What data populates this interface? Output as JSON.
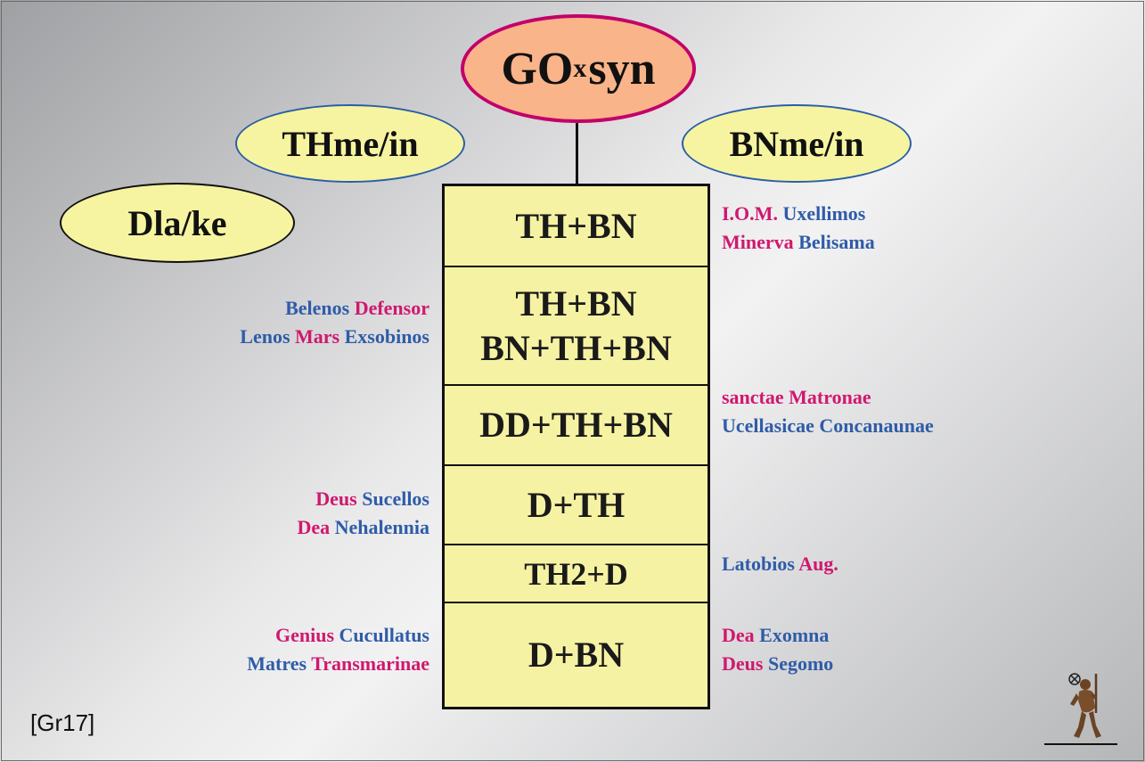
{
  "ellipses": {
    "go_main": "GO",
    "go_sub": "x",
    "go_tail": "syn",
    "th": "THme/in",
    "bn": "BNme/in",
    "dla": "Dla/ke"
  },
  "stack": {
    "row1": "TH+BN",
    "row2a": "TH+BN",
    "row2b": "BN+TH+BN",
    "row3": "DD+TH+BN",
    "row4": "D+TH",
    "row5": "TH2+D",
    "row6": "D+BN"
  },
  "labels_right": {
    "r1a": "I.O.M.",
    "r1b": "Uxellimos",
    "r1c": "Minerva",
    "r1d": "Belisama",
    "r3a": "sanctae Matronae",
    "r3b": "Ucellasicae Concanaunae",
    "r5a": "Latobios",
    "r5b": "Aug.",
    "r6a": "Dea",
    "r6b": "Exomna",
    "r6c": "Deus",
    "r6d": "Segomo"
  },
  "labels_left": {
    "l2a": "Belenos",
    "l2b": "Defensor",
    "l2c": "Lenos",
    "l2d": "Mars",
    "l2e": "Exsobinos",
    "l4a": "Deus",
    "l4b": "Sucellos",
    "l4c": "Dea",
    "l4d": "Nehalennia",
    "l6a": "Genius",
    "l6b": "Cucullatus",
    "l6c": "Matres",
    "l6d": "Transmarinae"
  },
  "reference": "[Gr17]",
  "colors": {
    "pink": "#d0186e",
    "blue": "#2f5ca8",
    "stack_fill": "#f5f2a3",
    "go_fill": "#f9b48a"
  },
  "icons": {
    "figure": "bronze-figurine-icon"
  }
}
